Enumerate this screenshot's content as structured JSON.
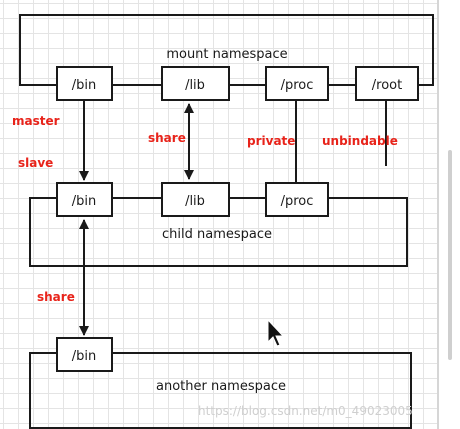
{
  "diagram": {
    "namespaces": {
      "mount": "mount namespace",
      "child": "child namespace",
      "another": "another namespace"
    },
    "mount_dirs": {
      "bin": "/bin",
      "lib": "/lib",
      "proc": "/proc",
      "root": "/root"
    },
    "child_dirs": {
      "bin": "/bin",
      "lib": "/lib",
      "proc": "/proc"
    },
    "another_dirs": {
      "bin": "/bin"
    },
    "labels": {
      "master": "master",
      "slave": "slave",
      "share_top": "share",
      "private": "private",
      "unbindable": "unbindable",
      "share_bottom": "share"
    },
    "watermark": "https://blog.csdn.net/m0_49023005"
  },
  "colors": {
    "stroke": "#1a1a1a",
    "label_red": "#e8231a",
    "watermark": "#cfcfcf",
    "grid": "#e4e4e4"
  }
}
